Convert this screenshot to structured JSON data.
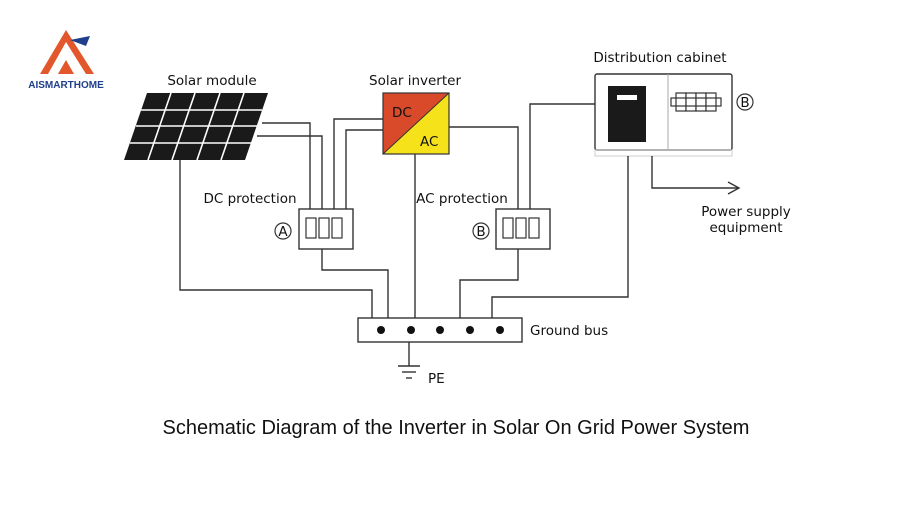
{
  "brand": {
    "name": "AISMARTHOME"
  },
  "labels": {
    "solar_module": "Solar module",
    "solar_inverter": "Solar inverter",
    "distribution_cabinet": "Distribution cabinet",
    "dc_protection": "DC protection",
    "ac_protection": "AC protection",
    "power_supply_line1": "Power supply",
    "power_supply_line2": "equipment",
    "ground_bus": "Ground bus",
    "pe": "PE",
    "inverter_dc": "DC",
    "inverter_ac": "AC",
    "marker_a": "A",
    "marker_b": "B",
    "marker_b_cabinet": "B"
  },
  "caption": "Schematic Diagram of the Inverter in Solar On Grid Power System",
  "colors": {
    "inverter_dc": "#d94a2b",
    "inverter_ac": "#f5e21a",
    "logo_orange": "#e2572b",
    "logo_blue": "#1f3f8a",
    "panel": "#1a1a1a"
  }
}
